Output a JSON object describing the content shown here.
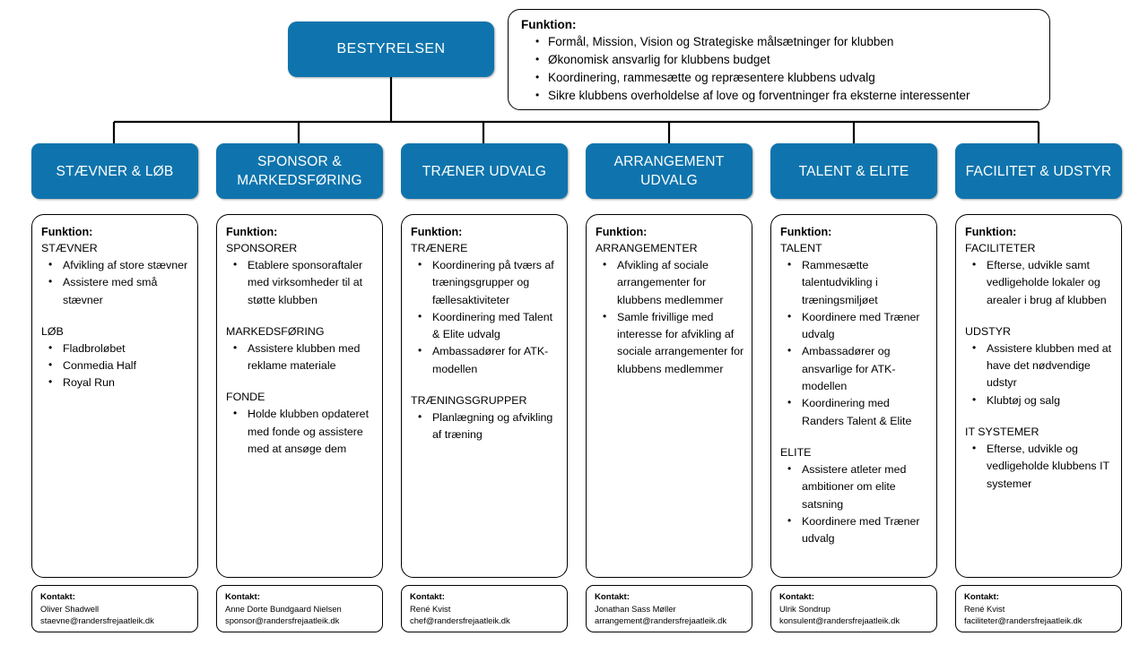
{
  "diagram": {
    "title": "Randers Freja Atletik - Organisationsdiagram",
    "accent_color": "#0f74ad",
    "line_color": "#000000"
  },
  "board": {
    "label": "BESTYRELSEN",
    "function_title": "Funktion:",
    "bullets": [
      "Formål, Mission, Vision og Strategiske målsætninger for klubben",
      "Økonomisk ansvarlig for klubbens budget",
      "Koordinering, rammesætte og repræsentere klubbens udvalg",
      "Sikre klubbens overholdelse af love og forventninger fra eksterne interessenter"
    ]
  },
  "function_title": "Funktion:",
  "contact_title": "Kontakt:",
  "columns": [
    {
      "head": "STÆVNER & LØB",
      "groups": [
        {
          "title": "STÆVNER",
          "bullets": [
            "Afvikling af store stævner",
            "Assistere med små stævner"
          ]
        },
        {
          "title": "LØB",
          "bullets": [
            "Fladbroløbet",
            "Conmedia Half",
            "Royal Run"
          ]
        }
      ],
      "contact": {
        "name": "Oliver Shadwell",
        "email": "staevne@randersfrejaatleik.dk"
      }
    },
    {
      "head": "SPONSOR & MARKEDSFØRING",
      "groups": [
        {
          "title": "SPONSORER",
          "bullets": [
            "Etablere sponsoraftaler med virksomheder til at støtte klubben"
          ]
        },
        {
          "title": "MARKEDSFØRING",
          "bullets": [
            "Assistere klubben med reklame materiale"
          ]
        },
        {
          "title": "FONDE",
          "bullets": [
            "Holde klubben opdateret med fonde og assistere med at ansøge dem"
          ]
        }
      ],
      "contact": {
        "name": "Anne Dorte Bundgaard Nielsen",
        "email": "sponsor@randersfrejaatleik.dk"
      }
    },
    {
      "head": "TRÆNER UDVALG",
      "groups": [
        {
          "title": "TRÆNERE",
          "bullets": [
            "Koordinering på tværs af træningsgrupper og fællesaktiviteter",
            "Koordinering med Talent & Elite udvalg",
            "Ambassadører for ATK-modellen"
          ]
        },
        {
          "title": "TRÆNINGSGRUPPER",
          "bullets": [
            "Planlægning og afvikling af træning"
          ]
        }
      ],
      "contact": {
        "name": "René Kvist",
        "email": "chef@randersfrejaatleik.dk"
      }
    },
    {
      "head": "ARRANGEMENT UDVALG",
      "groups": [
        {
          "title": "ARRANGEMENTER",
          "bullets": [
            "Afvikling af sociale arrangementer for klubbens medlemmer",
            "Samle frivillige med interesse for afvikling af sociale arrangementer for klubbens medlemmer"
          ]
        }
      ],
      "contact": {
        "name": "Jonathan Sass Møller",
        "email": "arrangement@randersfrejaatleik.dk"
      }
    },
    {
      "head": "TALENT & ELITE",
      "groups": [
        {
          "title": "TALENT",
          "bullets": [
            "Rammesætte talentudvikling i træningsmiljøet",
            "Koordinere med Træner udvalg",
            "Ambassadører og ansvarlige for ATK-modellen",
            "Koordinering med Randers Talent & Elite"
          ]
        },
        {
          "title": "ELITE",
          "bullets": [
            "Assistere atleter med ambitioner om elite satsning",
            "Koordinere med Træner udvalg"
          ]
        }
      ],
      "contact": {
        "name": "Ulrik Sondrup",
        "email": "konsulent@randersfrejaatleik.dk"
      }
    },
    {
      "head": "FACILITET & UDSTYR",
      "groups": [
        {
          "title": "FACILITETER",
          "bullets": [
            "Efterse, udvikle samt vedligeholde lokaler og arealer i brug af klubben"
          ]
        },
        {
          "title": "UDSTYR",
          "bullets": [
            "Assistere klubben med at have det nødvendige udstyr",
            "Klubtøj og salg"
          ]
        },
        {
          "title": "IT SYSTEMER",
          "bullets": [
            "Efterse, udvikle og vedligeholde klubbens IT systemer"
          ]
        }
      ],
      "contact": {
        "name": "René Kvist",
        "email": "faciliteter@randersfrejaatleik.dk"
      }
    }
  ]
}
